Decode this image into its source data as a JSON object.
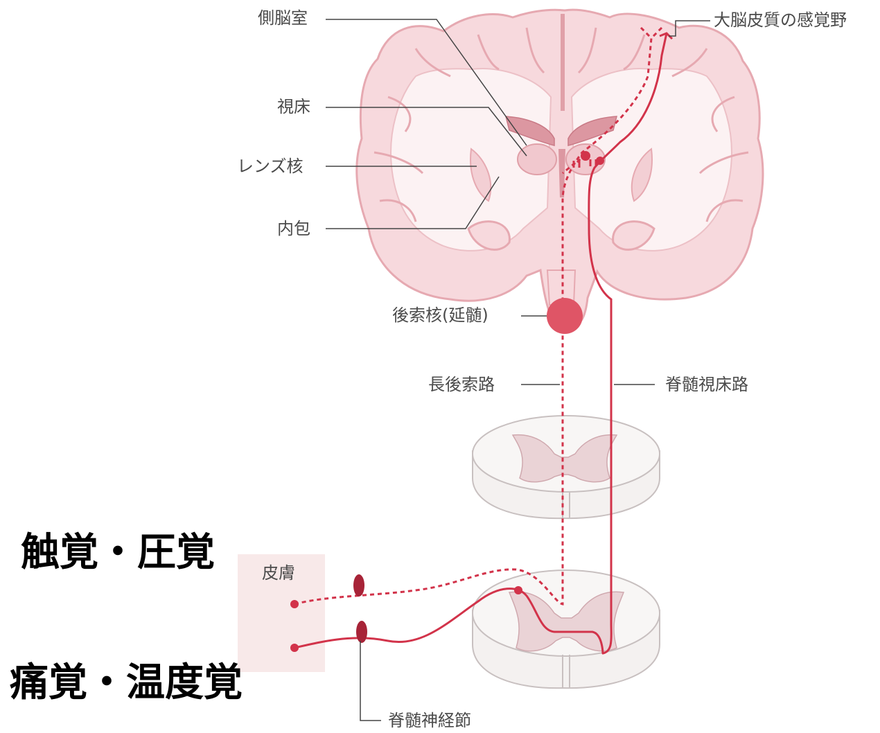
{
  "labels": {
    "lateral_ventricle": "側脳室",
    "thalamus": "視床",
    "lentiform_nucleus": "レンズ核",
    "internal_capsule": "内包",
    "dorsal_column_nuclei": "後索核(延髄)",
    "medial_lemniscus": "長後索路",
    "spinothalamic_tract": "脊髄視床路",
    "sensory_cortex": "大脳皮質の感覚野",
    "skin": "皮膚",
    "spinal_ganglion": "脊髄神経節"
  },
  "pathways": {
    "touch_pressure": "触覚・圧覚",
    "pain_temperature": "痛覚・温度覚"
  },
  "colors": {
    "brain_fill": "#f7d9dd",
    "brain_stroke": "#e6a9b1",
    "tract": "#d2334a",
    "nucleus": "#df5566",
    "ganglion": "#a72337",
    "grey_matter": "#ead3d6",
    "cord_fill": "#f4f1f0",
    "skin_box": "#f8e9e9",
    "leader": "#444444"
  }
}
